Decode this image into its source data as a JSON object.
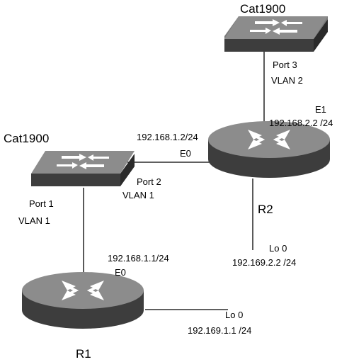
{
  "devices": {
    "switch_top": {
      "label": "Cat1900"
    },
    "switch_left": {
      "label": "Cat1900"
    },
    "router_r2": {
      "label": "R2"
    },
    "router_r1": {
      "label": "R1"
    }
  },
  "labels": {
    "sw_top_port": "Port 3",
    "sw_top_vlan": "VLAN 2",
    "r2_e1_iface": "E1",
    "r2_e1_ip": "192.168.2.2 /24",
    "r2_e0_ip": "192.168.1.2/24",
    "r2_e0_iface": "E0",
    "sw_left_port2": "Port 2",
    "sw_left_vlan1_right": "VLAN 1",
    "sw_left_port1": "Port 1",
    "sw_left_vlan1_left": "VLAN 1",
    "r2_lo_iface": "Lo 0",
    "r2_lo_ip": "192.169.2.2 /24",
    "r1_e0_ip": "192.168.1.1/24",
    "r1_e0_iface": "E0",
    "r1_lo_iface": "Lo 0",
    "r1_lo_ip": "192.169.1.1 /24"
  },
  "icons": {
    "switch": "switch-icon",
    "router": "router-icon"
  },
  "colors": {
    "device_top": "#7a7a7a",
    "device_side": "#3d3d3d",
    "arrow": "#ffffff",
    "wire": "#000000"
  }
}
